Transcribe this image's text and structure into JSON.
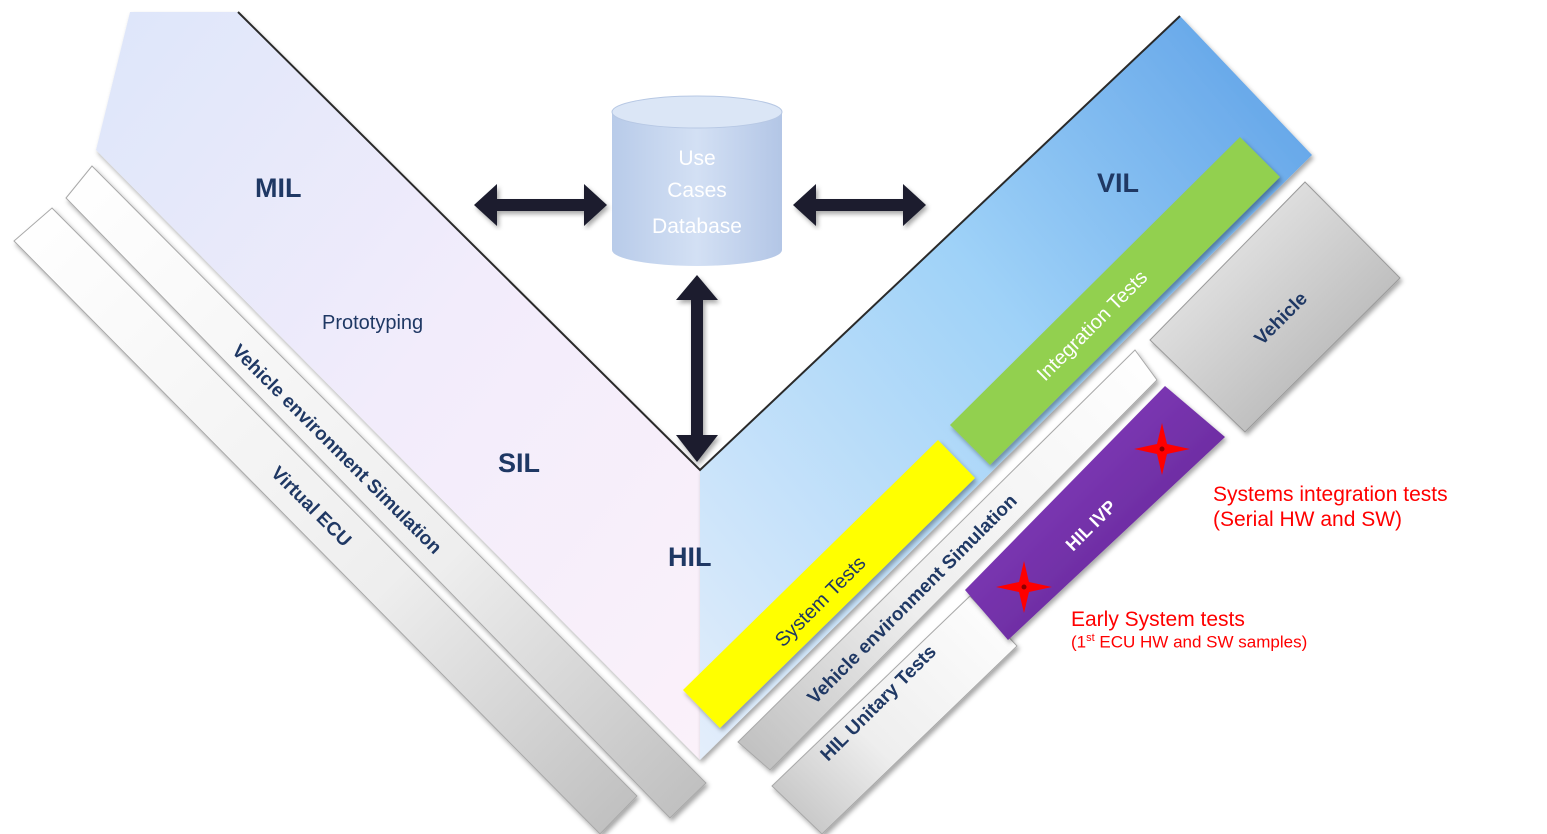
{
  "stages": {
    "mil": "MIL",
    "sil": "SIL",
    "hil": "HIL",
    "vil": "VIL",
    "prototyping": "Prototyping"
  },
  "database": {
    "line1": "Use",
    "line2": "Cases",
    "line3": "Database"
  },
  "left_bars": {
    "vehicle_env": "Vehicle environment Simulation",
    "virtual_ecu": "Virtual ECU"
  },
  "right_bars": {
    "system_tests": "System Tests",
    "integration_tests": "Integration Tests",
    "vehicle_env": "Vehicle environment Simulation",
    "hil_unitary": "HIL Unitary Tests",
    "hil_ivp": "HIL IVP",
    "vehicle": "Vehicle"
  },
  "notes": {
    "systems_integration": "Systems integration tests",
    "systems_integration_sub": "(Serial HW and SW)",
    "early_system": "Early System tests",
    "early_sub_prefix": "(1",
    "early_sub_sup": "st",
    "early_sub_rest": " ECU HW and SW samples)"
  },
  "colors": {
    "navy": "#1f3864",
    "red": "#ff0000",
    "yellow": "#ffff00",
    "green": "#92d050",
    "purple": "#7030a0",
    "db": "#c5d6ef"
  }
}
